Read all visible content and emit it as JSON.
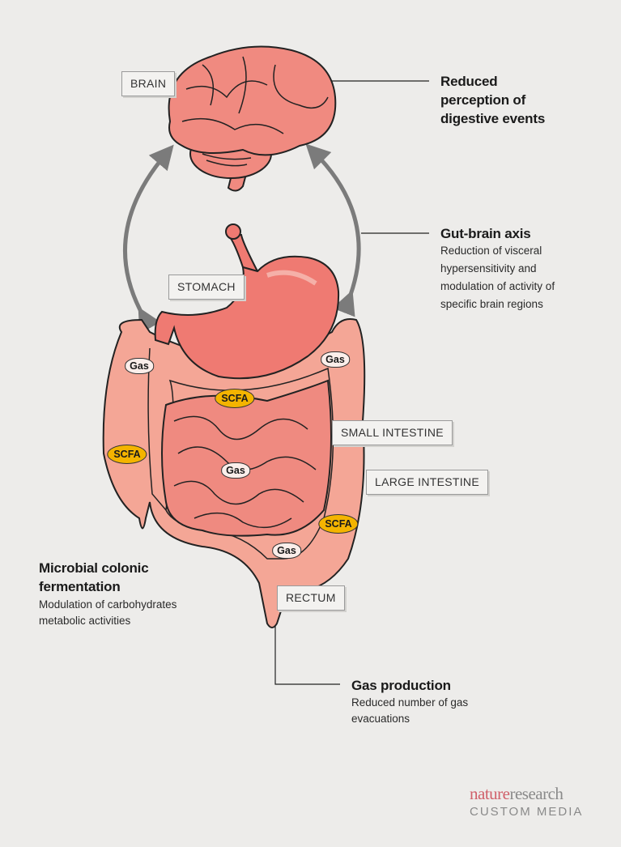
{
  "labels": {
    "brain": "BRAIN",
    "stomach": "STOMACH",
    "small_intestine": "SMALL INTESTINE",
    "large_intestine": "LARGE INTESTINE",
    "rectum": "RECTUM"
  },
  "callouts": {
    "brain_effect": {
      "title_lines": [
        "Reduced",
        "perception of",
        "digestive events"
      ]
    },
    "gut_brain_axis": {
      "title": "Gut-brain axis",
      "desc_lines": [
        "Reduction of visceral",
        "hypersensitivity and",
        "modulation of activity of",
        "specific brain regions"
      ]
    },
    "fermentation": {
      "title_lines": [
        "Microbial colonic",
        "fermentation"
      ],
      "desc_lines": [
        "Modulation of carbohydrates",
        "metabolic activities"
      ]
    },
    "gas_production": {
      "title": "Gas production",
      "desc_lines": [
        "Reduced number of gas",
        "evacuations"
      ]
    }
  },
  "badges": {
    "gas": "Gas",
    "scfa": "SCFA"
  },
  "logo": {
    "nature": "nature",
    "research": "research",
    "sub": "CUSTOM MEDIA"
  },
  "colors": {
    "organ": "#f08a80",
    "scfa": "#f4b400",
    "arrow": "#7b7b7b",
    "background": "#edecea"
  }
}
